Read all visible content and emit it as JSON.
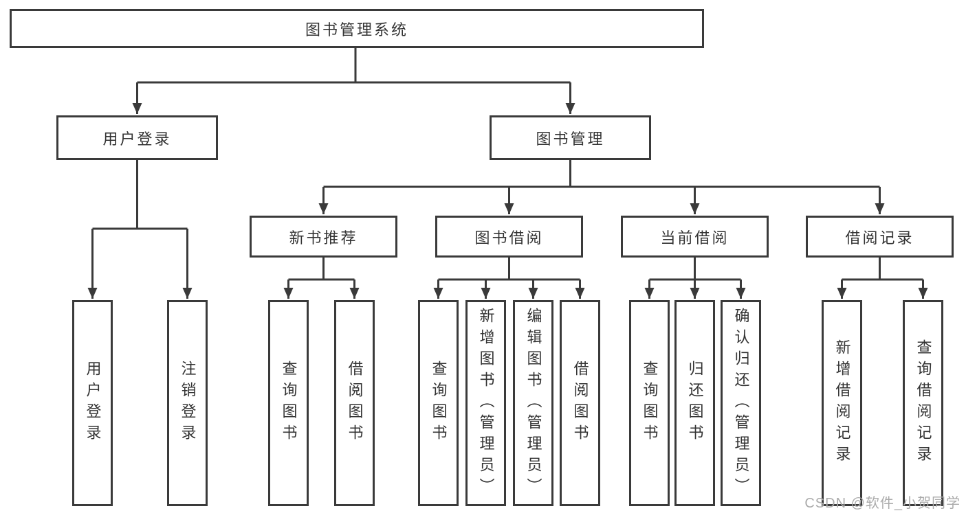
{
  "page": {
    "background": "#ffffff",
    "watermark": {
      "text": "CSDN @软件_小贺同学",
      "color": "#ababab"
    }
  },
  "colors": {
    "line": "#3a3a3a",
    "box_border": "#3a3a3a",
    "box_fill": "#ffffff",
    "text": "#333333"
  },
  "diagram": {
    "type": "tree",
    "title": "图书管理系统",
    "root": {
      "label": "图书管理系统",
      "children": [
        {
          "label": "用户登录",
          "children": [
            {
              "label": "用户登录"
            },
            {
              "label": "注销登录"
            }
          ]
        },
        {
          "label": "图书管理",
          "children": [
            {
              "label": "新书推荐",
              "children": [
                {
                  "label": "查询图书"
                },
                {
                  "label": "借阅图书"
                }
              ]
            },
            {
              "label": "图书借阅",
              "children": [
                {
                  "label": "查询图书"
                },
                {
                  "label": "新增图书（管理员）"
                },
                {
                  "label": "编辑图书（管理员）"
                },
                {
                  "label": "借阅图书"
                }
              ]
            },
            {
              "label": "当前借阅",
              "children": [
                {
                  "label": "查询图书"
                },
                {
                  "label": "归还图书"
                },
                {
                  "label": "确认归还（管理员）"
                }
              ]
            },
            {
              "label": "借阅记录",
              "children": [
                {
                  "label": "新增借阅记录"
                },
                {
                  "label": "查询借阅记录"
                }
              ]
            }
          ]
        }
      ]
    }
  }
}
